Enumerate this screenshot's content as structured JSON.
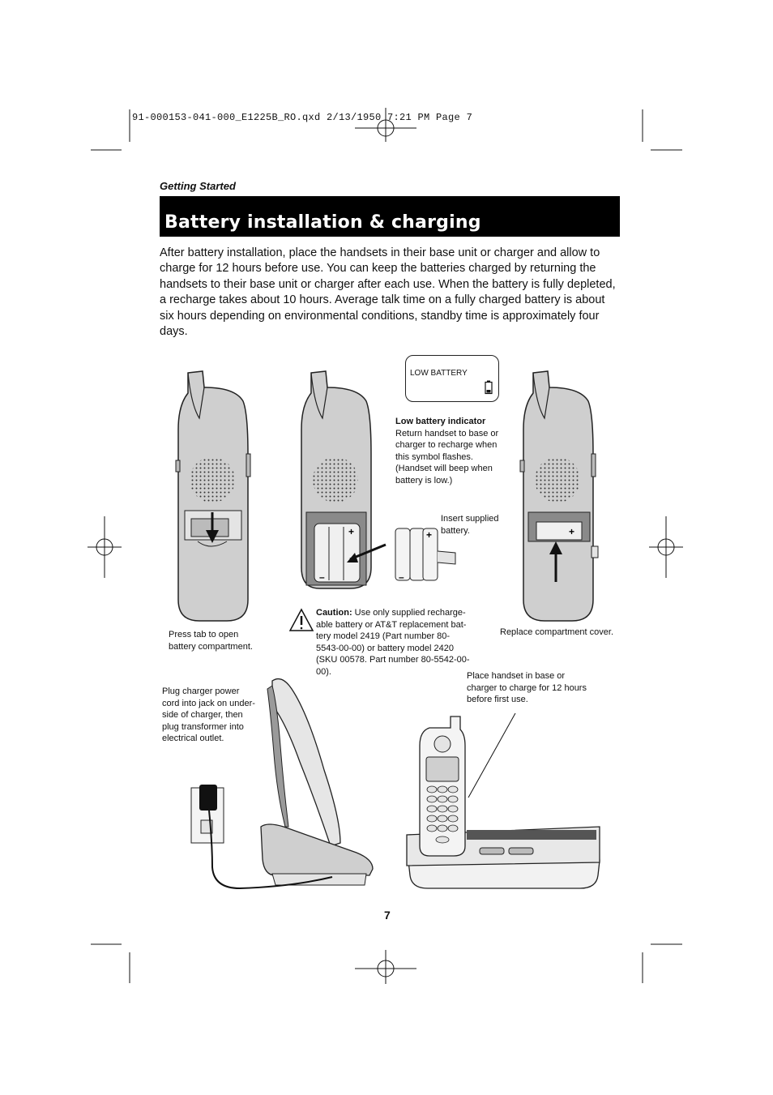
{
  "header": {
    "slug": "91-000153-041-000_E1225B_RO.qxd  2/13/1950  7:21 PM  Page 7",
    "section": "Getting Started",
    "title": "Battery installation & charging"
  },
  "intro": "After battery installation, place the handsets in their base unit or charger and allow to charge for 12 hours before use. You can keep the batteries charged by returning the handsets to their base unit or charger after each use. When the battery is fully depleted, a recharge takes about 10 hours. Average talk time on a fully charged battery is  about six hours depending on environmental conditions, standby time is approximately four days.",
  "display": {
    "text": "LOW BATTERY"
  },
  "captions": {
    "low_battery_title": "Low battery indicator",
    "low_battery_body": "Return handset to base or charger to recharge when this symbol flashes. (Handset will beep when battery is low.)",
    "insert_battery": "Insert supplied battery.",
    "press_tab": "Press tab to open battery compartment.",
    "caution_label": "Caution:",
    "caution_body": "Use only supplied recharge-able battery or AT&T replacement bat-tery model 2419 (Part number 80-5543-00-00) or battery model 2420 (SKU 00578. Part number 80-5542-00-00).",
    "replace_cover": "Replace compartment cover.",
    "place_handset": "Place handset in base or charger to charge for 12 hours before first use.",
    "plug_charger": "Plug charger power cord into jack on under-side of charger, then plug transformer into electrical outlet."
  },
  "page_number": "7",
  "icons": [
    "crop-mark-icon",
    "registration-mark-icon",
    "battery-low-icon",
    "caution-triangle-icon",
    "handset-back-icon",
    "battery-pack-icon",
    "charger-icon",
    "power-outlet-icon",
    "cordless-phone-base-icon"
  ]
}
